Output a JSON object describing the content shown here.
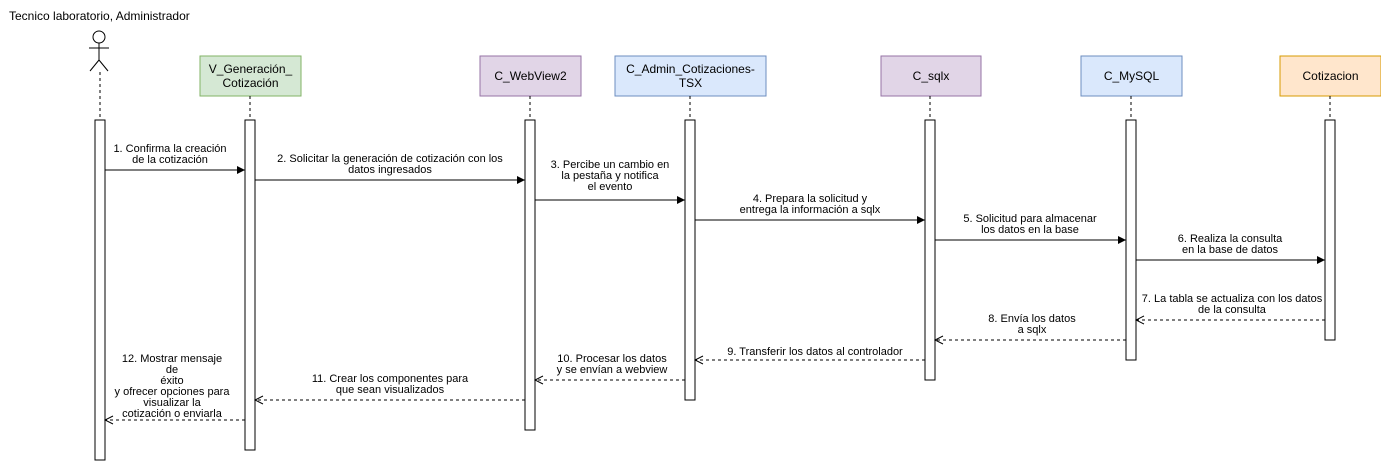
{
  "title": "Tecnico laboratorio, Administrador",
  "actor": {
    "icon": "stick-figure-icon"
  },
  "participants": [
    {
      "id": "vgen",
      "lines": [
        "V_Generación_",
        "Cotización"
      ],
      "fill": "#d5e8d4",
      "stroke": "#82b366"
    },
    {
      "id": "cweb",
      "lines": [
        "C_WebView2"
      ],
      "fill": "#e1d5e7",
      "stroke": "#9673a6"
    },
    {
      "id": "cadm",
      "lines": [
        "C_Admin_Cotizaciones-",
        "TSX"
      ],
      "fill": "#dae8fc",
      "stroke": "#6c8ebf"
    },
    {
      "id": "csqlx",
      "lines": [
        "C_sqlx"
      ],
      "fill": "#e1d5e7",
      "stroke": "#9673a6"
    },
    {
      "id": "cmys",
      "lines": [
        "C_MySQL"
      ],
      "fill": "#dae8fc",
      "stroke": "#6c8ebf"
    },
    {
      "id": "cotiz",
      "lines": [
        "Cotizacion"
      ],
      "fill": "#ffe6cc",
      "stroke": "#d79b00"
    }
  ],
  "messages": [
    {
      "from": "actor",
      "to": "vgen",
      "type": "sync",
      "lines": [
        "1. Confirma la creación",
        "de la cotización"
      ]
    },
    {
      "from": "vgen",
      "to": "cweb",
      "type": "sync",
      "lines": [
        "2. Solicitar la generación de cotización con los",
        "datos ingresados"
      ]
    },
    {
      "from": "cweb",
      "to": "cadm",
      "type": "sync",
      "lines": [
        "3. Percibe un cambio en",
        "la pestaña  y notifica",
        "el evento"
      ]
    },
    {
      "from": "cadm",
      "to": "csqlx",
      "type": "sync",
      "lines": [
        "4. Prepara la solicitud y",
        "entrega la información a sqlx"
      ]
    },
    {
      "from": "csqlx",
      "to": "cmys",
      "type": "sync",
      "lines": [
        "5. Solicitud para almacenar",
        "los datos en la base"
      ]
    },
    {
      "from": "cmys",
      "to": "cotiz",
      "type": "sync",
      "lines": [
        "6. Realiza la consulta",
        "en la base de datos"
      ]
    },
    {
      "from": "cotiz",
      "to": "cmys",
      "type": "reply",
      "lines": [
        "7. La tabla se actualiza con los datos",
        "de la consulta"
      ]
    },
    {
      "from": "cmys",
      "to": "csqlx",
      "type": "reply",
      "lines": [
        "8. Envía los datos",
        "a sqlx"
      ]
    },
    {
      "from": "csqlx",
      "to": "cadm",
      "type": "reply",
      "lines": [
        "9. Transferir los datos al controlador"
      ]
    },
    {
      "from": "cadm",
      "to": "cweb",
      "type": "reply",
      "lines": [
        "10. Procesar los datos",
        "y se envían a webview"
      ]
    },
    {
      "from": "cweb",
      "to": "vgen",
      "type": "reply",
      "lines": [
        "11. Crear los componentes para",
        "que sean visualizados"
      ]
    },
    {
      "from": "vgen",
      "to": "actor",
      "type": "reply",
      "lines": [
        "12.  Mostrar mensaje",
        "de",
        "éxito",
        "y ofrecer opciones para",
        "visualizar la",
        "cotización o enviarla"
      ]
    }
  ]
}
